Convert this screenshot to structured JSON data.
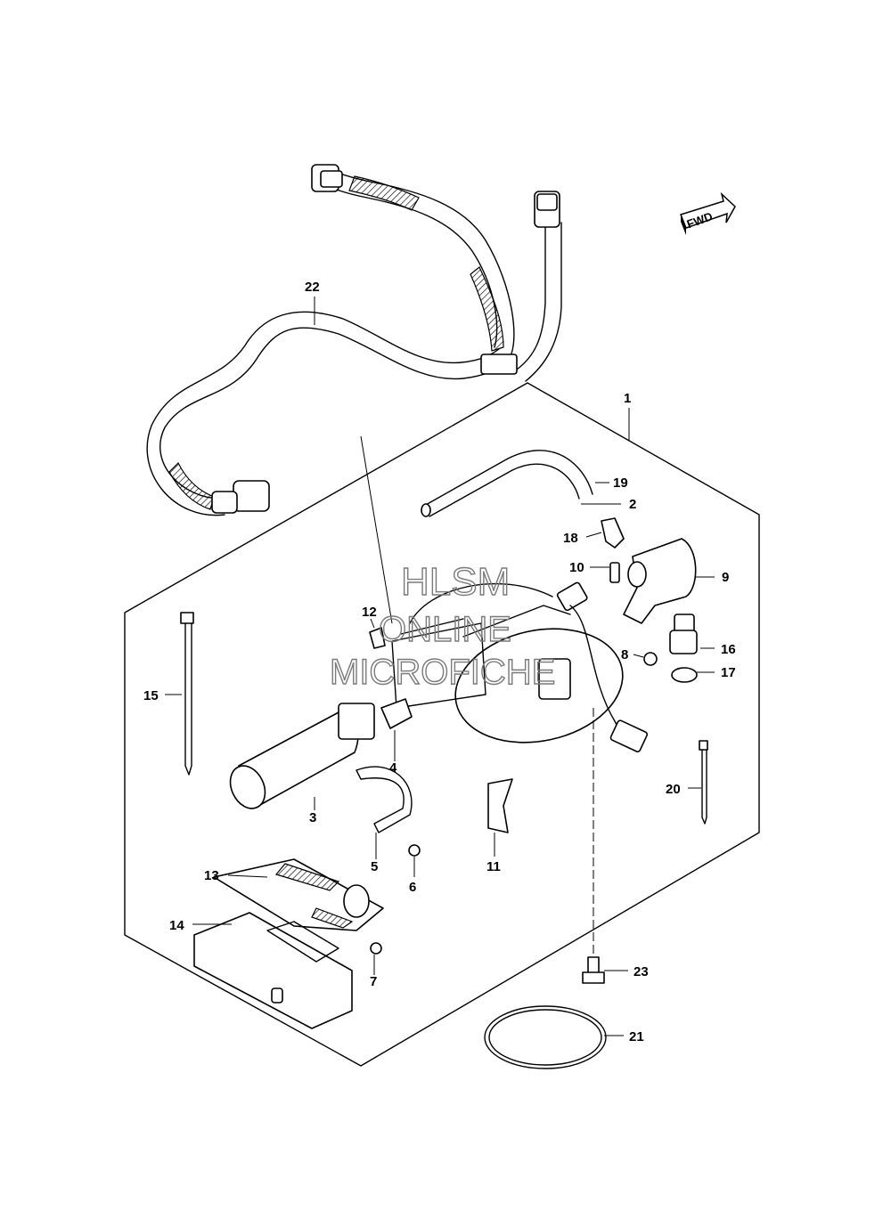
{
  "watermark": {
    "line1": "HLSM",
    "line2": "ONLINE",
    "line3": "MICROFICHE"
  },
  "fwd_label": "FWD",
  "callouts": [
    {
      "id": "c1",
      "text": "1"
    },
    {
      "id": "c2",
      "text": "2"
    },
    {
      "id": "c3",
      "text": "3"
    },
    {
      "id": "c4",
      "text": "4"
    },
    {
      "id": "c5",
      "text": "5"
    },
    {
      "id": "c6",
      "text": "6"
    },
    {
      "id": "c7",
      "text": "7"
    },
    {
      "id": "c8",
      "text": "8"
    },
    {
      "id": "c9",
      "text": "9"
    },
    {
      "id": "c10",
      "text": "10"
    },
    {
      "id": "c11",
      "text": "11"
    },
    {
      "id": "c12",
      "text": "12"
    },
    {
      "id": "c13",
      "text": "13"
    },
    {
      "id": "c14",
      "text": "14"
    },
    {
      "id": "c15",
      "text": "15"
    },
    {
      "id": "c16",
      "text": "16"
    },
    {
      "id": "c17",
      "text": "17"
    },
    {
      "id": "c18",
      "text": "18"
    },
    {
      "id": "c19",
      "text": "19"
    },
    {
      "id": "c20",
      "text": "20"
    },
    {
      "id": "c21",
      "text": "21"
    },
    {
      "id": "c22",
      "text": "22"
    },
    {
      "id": "c23",
      "text": "23"
    }
  ]
}
